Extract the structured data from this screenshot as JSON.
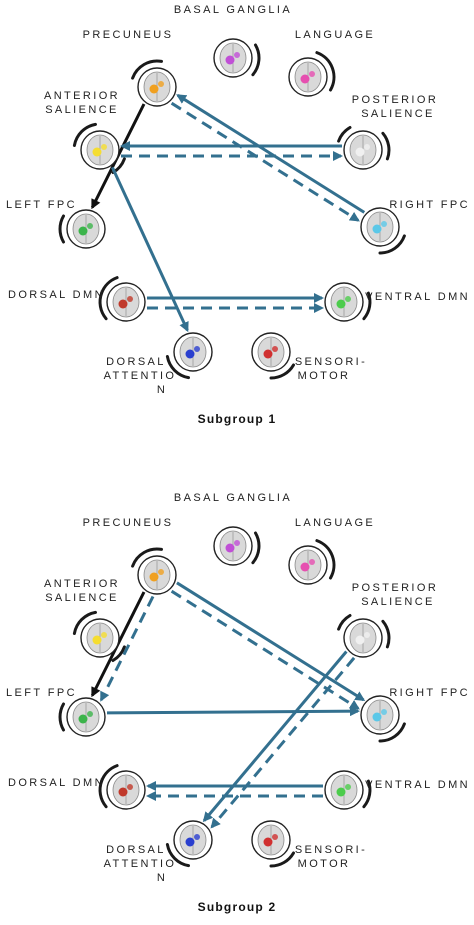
{
  "colors": {
    "teal": "#33708f",
    "black": "#111111",
    "loop": "#1a1a1a",
    "node_ring": "#222222",
    "brain": "#d9d9d9"
  },
  "network_colors": {
    "basal_ganglia": "#c04fd6",
    "precuneus": "#f0a020",
    "language": "#e64fb0",
    "anterior_salience": "#f5dd30",
    "posterior_salience": "#f0f0f0",
    "left_fpc": "#3cb44b",
    "right_fpc": "#5bc8e8",
    "dorsal_dmn": "#c0392b",
    "ventral_dmn": "#4ccc4c",
    "dorsal_attention": "#2a3fcf",
    "sensorimotor": "#d03030"
  },
  "panels": [
    {
      "title": "Subgroup 1",
      "labels": {
        "basal_ganglia": "BASAL GANGLIA",
        "precuneus": "PRECUNEUS",
        "language": "LANGUAGE",
        "anterior_salience_1": "ANTERIOR",
        "anterior_salience_2": "SALIENCE",
        "posterior_salience_1": "POSTERIOR",
        "posterior_salience_2": "SALIENCE",
        "left_fpc": "LEFT FPC",
        "right_fpc": "RIGHT FPC",
        "dorsal_dmn": "DORSAL DMN",
        "ventral_dmn": "VENTRAL DMN",
        "dorsal_attention_1": "DORSAL",
        "dorsal_attention_2": "ATTENTIO",
        "dorsal_attention_3": "N",
        "sensorimotor_1": "SENSORI-",
        "sensorimotor_2": "MOTOR"
      },
      "edges": [
        {
          "from": "precuneus",
          "to": "left_fpc",
          "style": "solid",
          "color": "black"
        },
        {
          "from": "right_fpc",
          "to": "precuneus",
          "style": "solid",
          "color": "teal"
        },
        {
          "from": "precuneus",
          "to": "right_fpc",
          "style": "dashed",
          "color": "teal"
        },
        {
          "from": "posterior_salience",
          "to": "anterior_salience",
          "style": "solid",
          "color": "teal"
        },
        {
          "from": "anterior_salience",
          "to": "posterior_salience",
          "style": "dashed",
          "color": "teal"
        },
        {
          "from": "anterior_salience",
          "to": "dorsal_attention",
          "style": "solid",
          "color": "teal"
        },
        {
          "from": "dorsal_dmn",
          "to": "ventral_dmn",
          "style": "solid",
          "color": "teal"
        },
        {
          "from": "dorsal_dmn",
          "to": "ventral_dmn",
          "style": "dashed",
          "color": "teal"
        }
      ]
    },
    {
      "title": "Subgroup 2",
      "labels": {
        "basal_ganglia": "BASAL GANGLIA",
        "precuneus": "PRECUNEUS",
        "language": "LANGUAGE",
        "anterior_salience_1": "ANTERIOR",
        "anterior_salience_2": "SALIENCE",
        "posterior_salience_1": "POSTERIOR",
        "posterior_salience_2": "SALIENCE",
        "left_fpc": "LEFT FPC",
        "right_fpc": "RIGHT FPC",
        "dorsal_dmn": "DORSAL DMN",
        "ventral_dmn": "VENTRAL DMN",
        "dorsal_attention_1": "DORSAL",
        "dorsal_attention_2": "ATTENTIO",
        "dorsal_attention_3": "N",
        "sensorimotor_1": "SENSORI-",
        "sensorimotor_2": "MOTOR"
      },
      "edges": [
        {
          "from": "precuneus",
          "to": "left_fpc",
          "style": "solid",
          "color": "black"
        },
        {
          "from": "precuneus",
          "to": "left_fpc",
          "style": "dashed",
          "color": "teal"
        },
        {
          "from": "precuneus",
          "to": "right_fpc",
          "style": "solid",
          "color": "teal"
        },
        {
          "from": "precuneus",
          "to": "right_fpc",
          "style": "dashed",
          "color": "teal"
        },
        {
          "from": "left_fpc",
          "to": "right_fpc",
          "style": "solid",
          "color": "teal"
        },
        {
          "from": "posterior_salience",
          "to": "dorsal_attention",
          "style": "solid",
          "color": "teal"
        },
        {
          "from": "posterior_salience",
          "to": "dorsal_attention",
          "style": "dashed",
          "color": "teal"
        },
        {
          "from": "ventral_dmn",
          "to": "dorsal_dmn",
          "style": "solid",
          "color": "teal"
        },
        {
          "from": "ventral_dmn",
          "to": "dorsal_dmn",
          "style": "dashed",
          "color": "teal"
        }
      ]
    }
  ]
}
